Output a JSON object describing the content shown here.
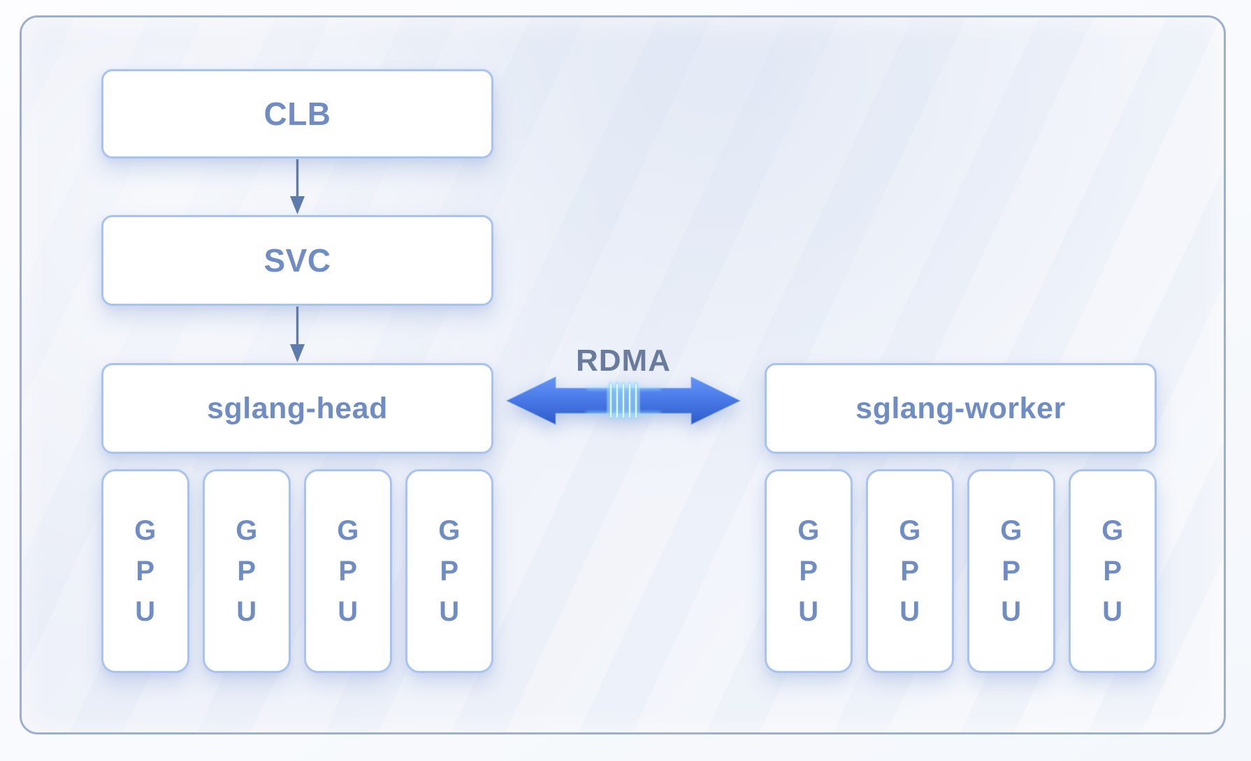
{
  "diagram": {
    "title_visible": false,
    "nodes": {
      "clb": "CLB",
      "svc": "SVC",
      "head": "sglang-head",
      "worker": "sglang-worker"
    },
    "rdma_label": "RDMA",
    "head_gpus": [
      "GPU",
      "GPU",
      "GPU",
      "GPU"
    ],
    "worker_gpus": [
      "GPU",
      "GPU",
      "GPU",
      "GPU"
    ],
    "edges": [
      {
        "from": "CLB",
        "to": "SVC",
        "type": "arrow-down"
      },
      {
        "from": "SVC",
        "to": "sglang-head",
        "type": "arrow-down"
      },
      {
        "from": "sglang-head",
        "to": "sglang-worker",
        "type": "bidirectional",
        "label": "RDMA"
      }
    ],
    "colors": {
      "container_border": "#9caed2",
      "container_bg": "#eef2f9",
      "node_border": "#a9c3f1",
      "node_bg": "#ffffff",
      "node_text": "#6f8dc4",
      "rdma_text": "#6a7c9e",
      "connector": "#5e7bae",
      "rdma_arrow_top": "#6695f5",
      "rdma_arrow_mid": "#4a7ae8",
      "rdma_arrow_bottom": "#2e5bcb",
      "rdma_glow_cyan": "#8fd9ff"
    }
  }
}
